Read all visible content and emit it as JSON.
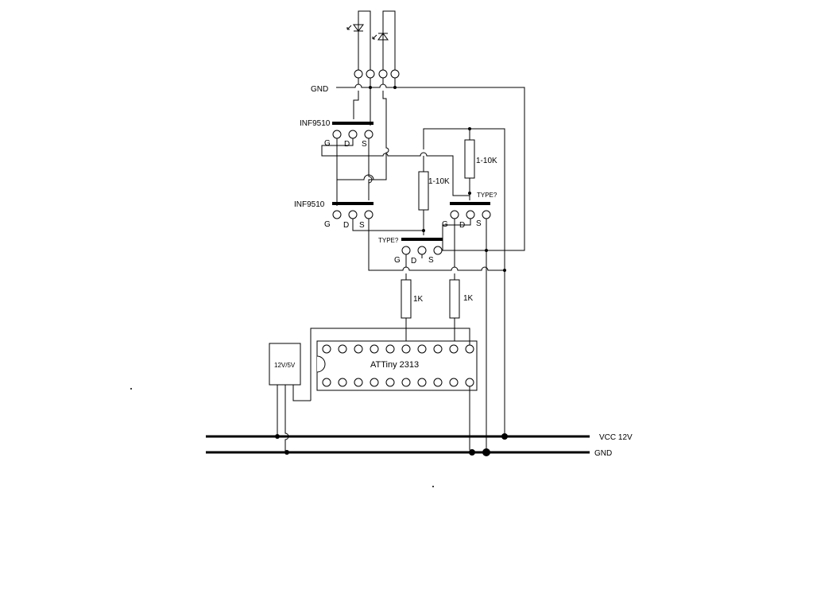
{
  "labels": {
    "gnd_top": "GND",
    "mosfet_p1": "INF9510",
    "mosfet_p2": "INF9510",
    "mosfet_n_left": "TYPE?",
    "mosfet_n_right": "TYPE?",
    "pin_g": "G",
    "pin_d": "D",
    "pin_s": "S",
    "r_pullup_mid": "1-10K",
    "r_pullup_right": "1-10K",
    "r_gate_left": "1K",
    "r_gate_right": "1K",
    "mcu": "ATTiny 2313",
    "regulator": "12V/5V",
    "rail_vcc": "VCC 12V",
    "rail_gnd": "GND"
  }
}
